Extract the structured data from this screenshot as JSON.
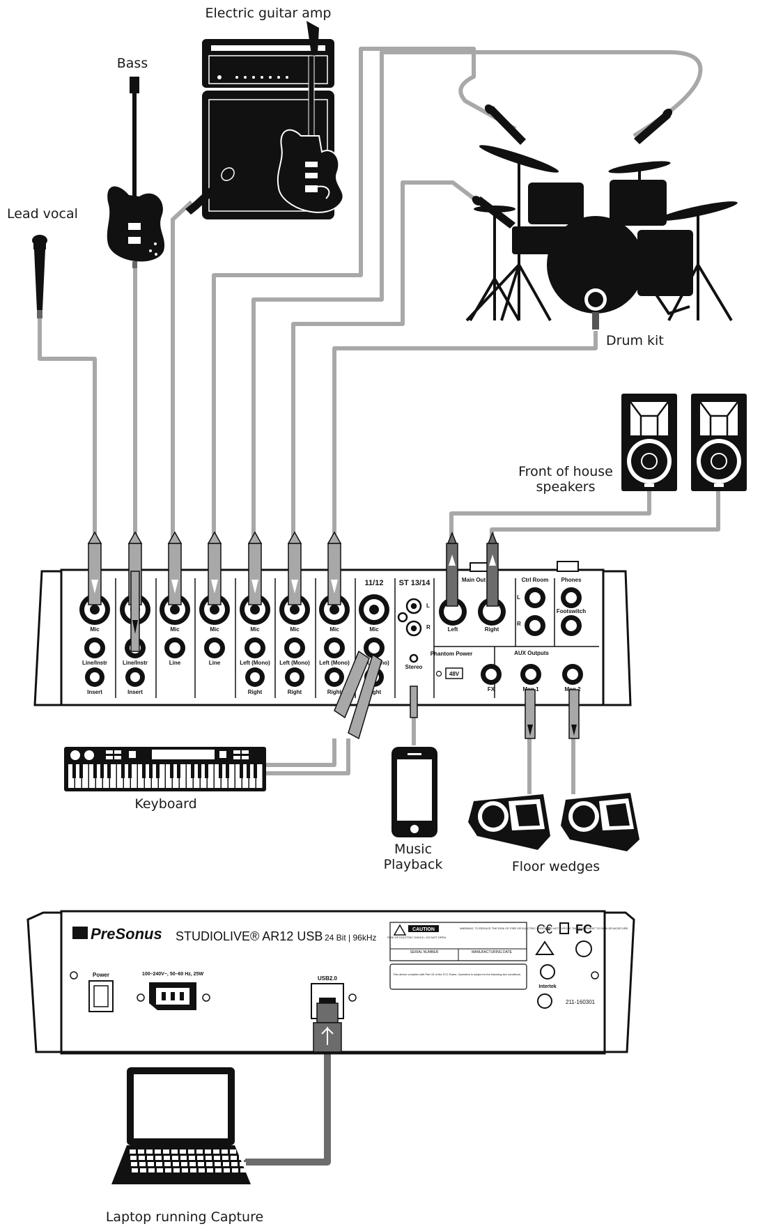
{
  "labels": {
    "electric_guitar_amp": "Electric guitar amp",
    "bass": "Bass",
    "lead_vocal": "Lead vocal",
    "drum_kit": "Drum kit",
    "front_of_house": "Front of house\nspeakers",
    "keyboard": "Keyboard",
    "music_playback": "Music\nPlayback",
    "floor_wedges": "Floor wedges",
    "laptop": "Laptop running Capture"
  },
  "mixer_front": {
    "channel_header_11_12": "11/12",
    "channel_header_st": "ST 13/14",
    "mic": "Mic",
    "line_instr": "Line/Instr",
    "line": "Line",
    "insert": "Insert",
    "left_mono": "Left (Mono)",
    "right": "Right",
    "st_l": "L",
    "st_r": "R",
    "stereo": "Stereo",
    "main_out": "Main Out",
    "main_left": "Left",
    "main_right": "Right",
    "ctrl_room": "Ctrl Room",
    "phones": "Phones",
    "footswitch": "Footswitch",
    "phantom_power": "Phantom\nPower",
    "phantom_48v": "48V",
    "aux_outputs": "AUX Outputs",
    "fx": "FX",
    "mon1": "Mon 1",
    "mon2": "Mon 2"
  },
  "mixer_rear": {
    "brand": "PreSonus",
    "model": "STUDIOLIVE® AR12 USB",
    "spec": "24 Bit | 96kHz",
    "power": "Power",
    "power_spec": "100–240V~, 50–60 Hz, 25W",
    "usb": "USB2.0",
    "caution": "CAUTION",
    "warning": "WARNING: TO REDUCE THE RISK OF FIRE OR ELECTRIC SHOCK, DO NOT EXPOSE THIS EQUIPMENT TO RAIN OR MOISTURE.",
    "risk": "RISK OF ELECTRIC SHOCK • DO NOT OPEN",
    "serial": "SERIAL NUMBER",
    "mfg_date": "MANUFACTURING DATE",
    "fcc_text": "This device complies with Part 15 of the FCC Rules. Operation is subject to the following two conditions.",
    "cert_number": "211-160301",
    "intertek": "Intertek"
  },
  "colors": {
    "cable": "#a8a8a8",
    "cable_dark": "#6c6c6c",
    "ink": "#111111"
  }
}
